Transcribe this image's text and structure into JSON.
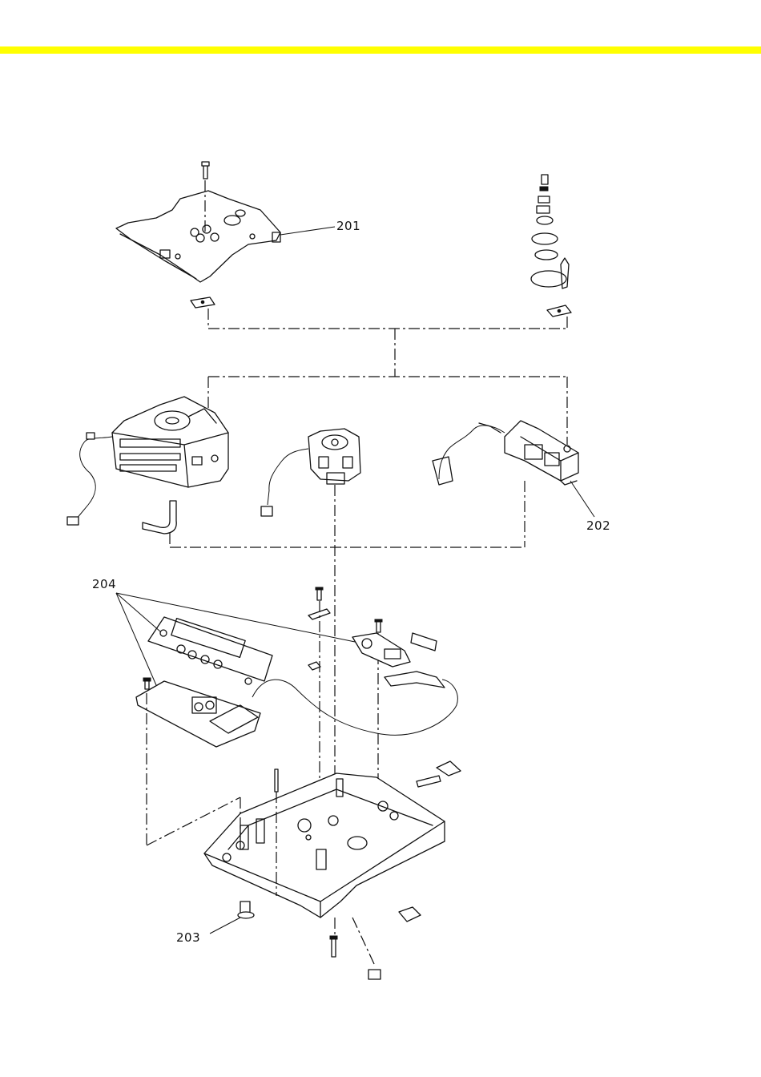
{
  "page": {
    "accent_color": "#ffff00"
  },
  "callouts": {
    "c201": "201",
    "c202": "202",
    "c203": "203",
    "c204": "204"
  }
}
